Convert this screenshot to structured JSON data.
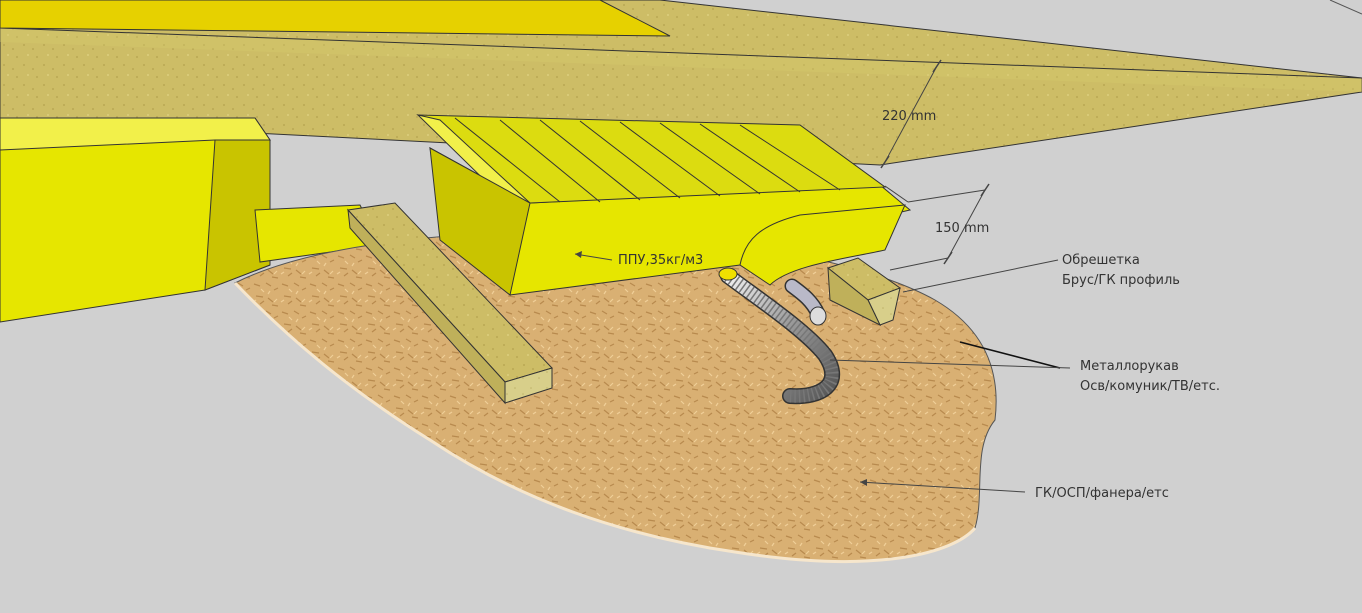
{
  "labels": {
    "ppu": "ППУ,35кг/м3",
    "obreshetka_line1": "Обрешетка",
    "obreshetka_line2": "Брус/ГК профиль",
    "metallorukav_line1": "Металлорукав",
    "metallorukav_line2": "Осв/комуник/ТВ/етс.",
    "sheet": "ГК/ОСП/фанера/етс"
  },
  "dimensions": {
    "d220": "220 mm",
    "d150": "150 mm"
  },
  "colors": {
    "background": "#d0d0d0",
    "foam": "#e6e600",
    "beam": "#c9ba63",
    "osb": "#d9b073"
  }
}
